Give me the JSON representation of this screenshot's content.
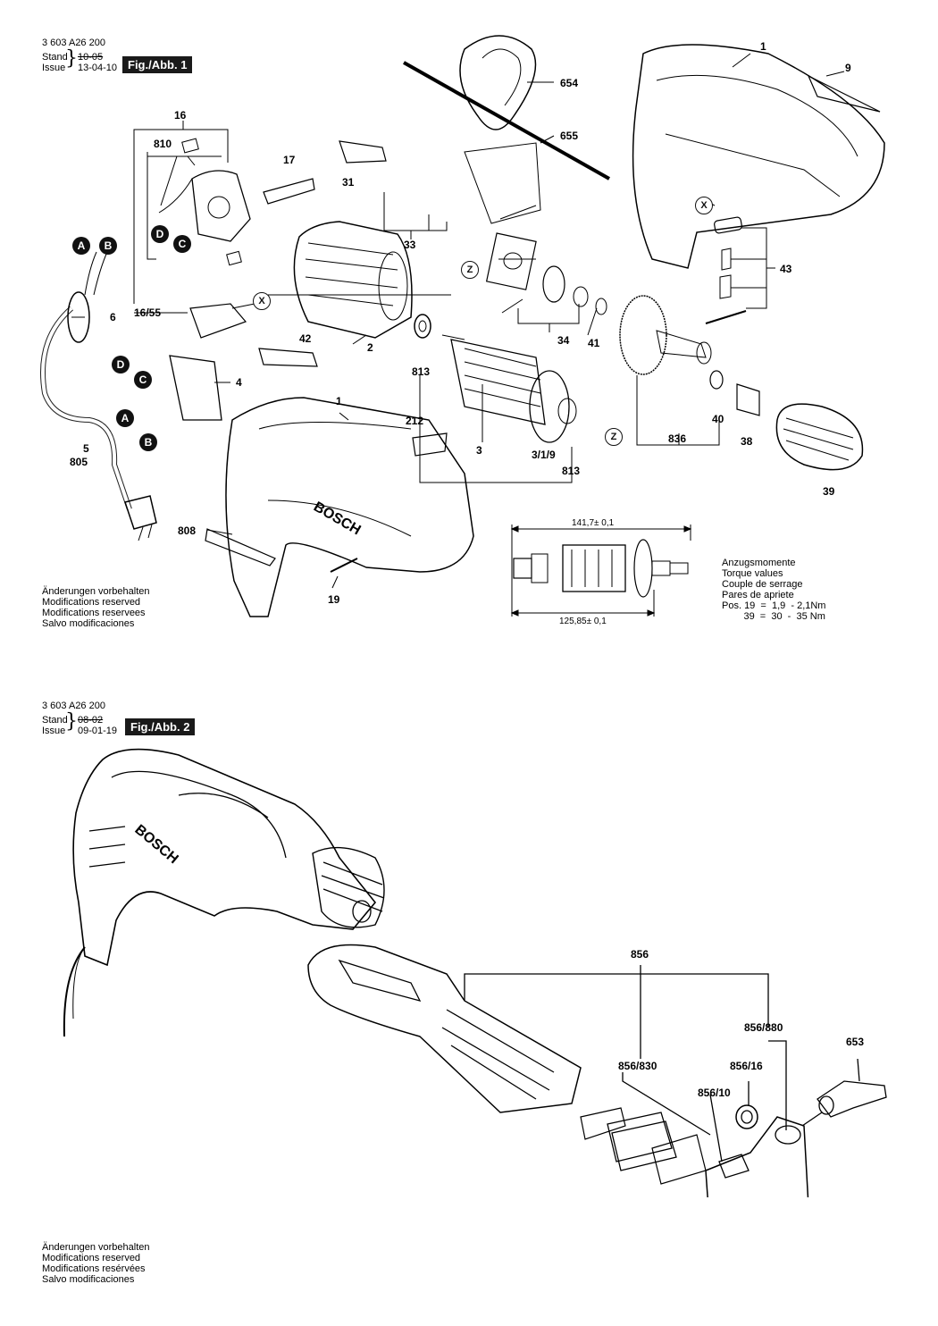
{
  "fig1": {
    "doc_number": "3 603 A26 200",
    "stand_label": "Stand",
    "issue_label": "Issue",
    "stand_old": "10-05",
    "issue_date": "13-04-10",
    "figure_label": "Fig./Abb. 1",
    "part_labels": [
      "1",
      "9",
      "654",
      "655",
      "16",
      "810",
      "17",
      "31",
      "33",
      "43",
      "X",
      "6",
      "16/55",
      "2",
      "34",
      "41",
      "42",
      "4",
      "813",
      "3",
      "3/1/9",
      "813",
      "836",
      "40",
      "38",
      "39",
      "5",
      "805",
      "1",
      "212",
      "808",
      "19",
      "Z",
      "Z",
      "D",
      "C",
      "A",
      "B",
      "X"
    ],
    "connector_badges": {
      "A": "A",
      "B": "B",
      "C": "C",
      "D": "D"
    },
    "dimension_top": "141,7± 0,1",
    "dimension_bottom": "125,85± 0,1",
    "disclaimer": [
      "Änderungen vorbehalten",
      "Modifications reserved",
      "Modifications reservees",
      "Salvo modificaciones"
    ],
    "torque": {
      "lines": [
        "Anzugsmomente",
        "Torque values",
        "Couple de serrage",
        "Pares de apriete",
        "Pos. 19  =  1,9  - 2,1Nm",
        "        39  =  30  -  35 Nm"
      ]
    },
    "housing_text": "BOSCH"
  },
  "fig2": {
    "doc_number": "3 603 A26 200",
    "stand_label": "Stand",
    "issue_label": "Issue",
    "stand_old": "08-02",
    "issue_date": "09-01-19",
    "figure_label": "Fig./Abb. 2",
    "part_labels": {
      "p856": "856",
      "p856_880": "856/880",
      "p653": "653",
      "p856_830": "856/830",
      "p856_16": "856/16",
      "p856_10": "856/10"
    },
    "housing_text": "BOSCH",
    "disclaimer": [
      "Änderungen vorbehalten",
      "Modifications reserved",
      "Modifications resérvées",
      "Salvo modificaciones"
    ]
  }
}
